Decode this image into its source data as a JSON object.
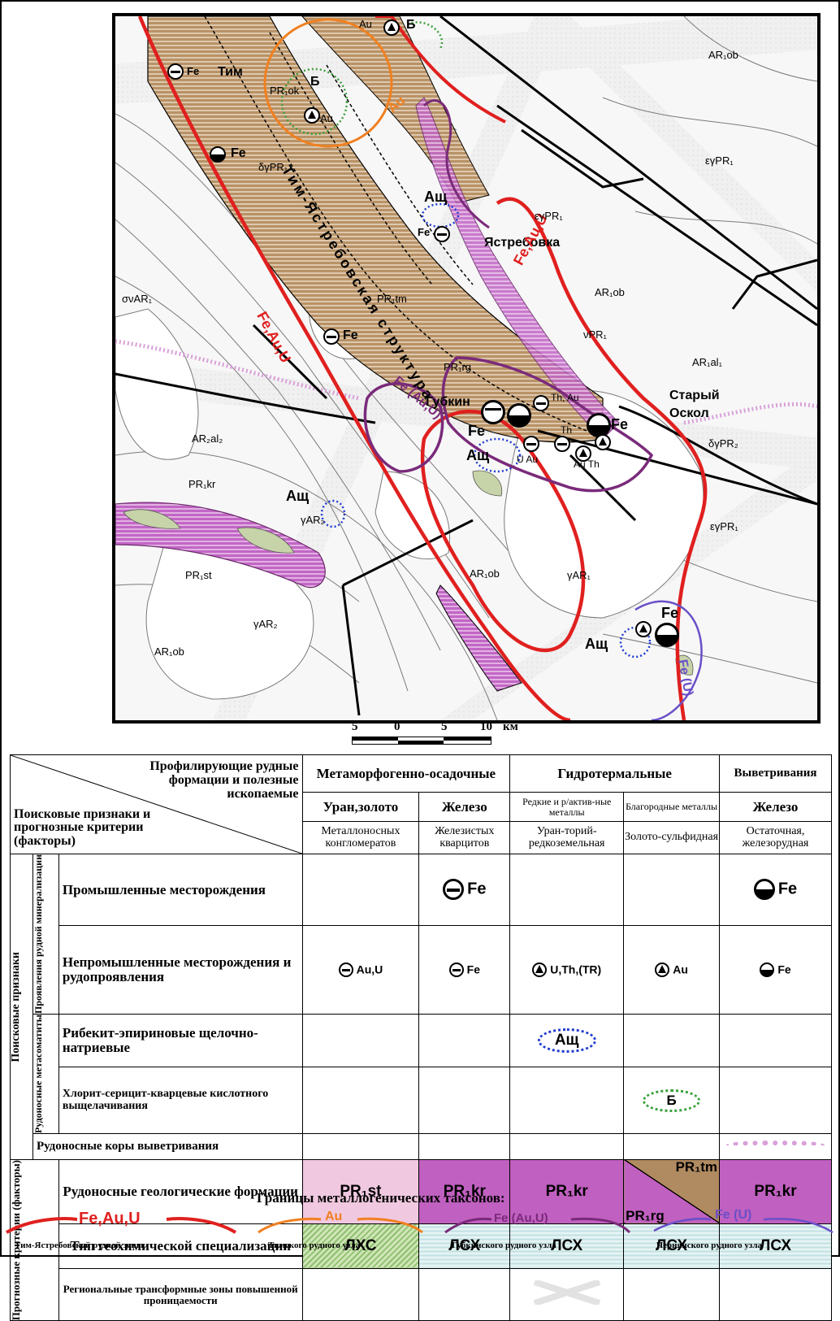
{
  "map": {
    "labels": {
      "tim": "Тим",
      "b1": "Б",
      "b2": "Б",
      "au_top": "Au",
      "au_tim": "Au",
      "fe_tim": "Fe",
      "fe2": "Fe",
      "fe3": "Fe",
      "fe4": "Fe",
      "fe5": "Fe",
      "fe6": "Fe",
      "fe_bottom": "Fe",
      "ashch1": "Ащ",
      "ashch2": "Ащ",
      "ashch3": "Ащ",
      "ashch4": "Ащ",
      "yastrebovka": "Ястребовка",
      "stary_oskol_1": "Старый",
      "stary_oskol_2": "Оскол",
      "gubkin": "Губкин",
      "struct_name": "Тим-Ястребовская структура",
      "zone_feauu_left": "Fe,Au,U",
      "zone_feauu_right": "Fe,Au,U",
      "zone_au": "Au",
      "zone_fe_auu": "Fe (Au,U)",
      "zone_feu": "Fe (U)",
      "th_au": "Th, Au",
      "u_au": "U Au",
      "th": "Th",
      "au_th": "Au Th",
      "geo_AR1ob_tr": "AR₁ob",
      "geo_eyPR1_a": "εγPR₁",
      "geo_eyPR1_b": "εγPR₁",
      "geo_eyPR1_c": "εγPR₁",
      "geo_PR1ok": "PR₁ok",
      "geo_dyPR1": "δγPR₁",
      "geo_PR1tm": "PR₁tm",
      "geo_AR1ob_mid": "AR₁ob",
      "geo_vAR1": "σνAR₁",
      "geo_vPR1": "νPR₁",
      "geo_AR1al1": "AR₁al₁",
      "geo_PR1rg": "PR₁rg",
      "geo_dyPR2": "δγPR₂",
      "geo_AR2al2": "AR₂al₂",
      "geo_PR1kr": "PR₁kr",
      "geo_yAR2": "γAR₂",
      "geo_PR1st": "PR₁st",
      "geo_AR1ob_low": "AR₁ob",
      "geo_yAR1": "γAR₁",
      "geo_yAR2_b": "γAR₂",
      "geo_AR1ob_bl": "AR₁ob"
    }
  },
  "scale": {
    "t5a": "5",
    "t0": "0",
    "t5b": "5",
    "t10": "10",
    "unit": "км"
  },
  "legend": {
    "corner_top": "Профилирующие рудные формации и полезные ископаемые",
    "corner_bottom": "Поисковые признаки и прогнозные критерии (факторы)",
    "group_meta": "Метаморфогенно-осадочные",
    "group_hydro": "Гидротермальные",
    "group_weather": "Выветривания",
    "col1_top": "Уран,золото",
    "col2_top": "Железо",
    "col3_top": "Редкие и р/актив-ные металлы",
    "col4_top": "Благородные металлы",
    "col5_top": "Железо",
    "col1_bot": "Металлоносных конгломератов",
    "col2_bot": "Железистых кварцитов",
    "col3_bot": "Уран-торий-редкоземельная",
    "col4_bot": "Золото-сульфидная",
    "col5_bot": "Остаточная, железорудная",
    "side_search": "Поисковые признаки",
    "side_ore": "Проявления рудной минерализации",
    "side_meta": "Рудоносные метасоматиты",
    "side_prog": "Прогнозные критерии (факторы)",
    "row_prom": "Промышленные месторождения",
    "row_neprom": "Непромышленные месторождения и рудопроявления",
    "row_ribek": "Рибекит-эпириновые щелочно-натриевые",
    "row_chlorit": "Хлорит-серицит-кварцевые кислотного выщелачивания",
    "row_kory": "Рудоносные коры выветривания",
    "row_formations": "Рудоносные геологические формации",
    "row_geochem": "Тип геохимической специализации",
    "row_transform": "Региональные трансформные зоны повышенной проницаемости",
    "prom_c2": "Fe",
    "prom_c5": "Fe",
    "neprom_c1": "Au,U",
    "neprom_c2": "Fe",
    "neprom_c3": "U,Th,(TR)",
    "neprom_c4": "Au",
    "neprom_c5": "Fe",
    "ribek_c3": "Ащ",
    "chlorit_c4": "Б",
    "form_c1": "PR₁st",
    "form_c2": "PR₁kr",
    "form_c3": "PR₁kr",
    "form_c4a": "PR₁tm",
    "form_c4b": "PR₁rg",
    "form_c5": "PR₁kr",
    "geo_c1": "ЛХС",
    "geo_c2": "ЛСХ",
    "geo_c3": "ЛСХ",
    "geo_c4": "ЛСХ",
    "geo_c5": "ЛСХ"
  },
  "bottom": {
    "title": "Границы металлогенических таксонов:",
    "l1": "Fe,Au,U",
    "l2": "Au",
    "l3": "Fe (Au,U)",
    "l4": "Fe (U)",
    "c1": "Тим-Ястребовской рудной зоны",
    "c2": "Тимского рудного узла",
    "c3": "Губкинского рудного узла",
    "c4": "Чернянского рудного узла"
  },
  "colors": {
    "zone_red": "#e0201f",
    "zone_orange": "#f08020",
    "zone_purple": "#7a2a7a",
    "zone_violet": "#6a4fc8",
    "formation_brown": "#b08a60",
    "magenta": "#c060c0",
    "pink": "#f0c8e0",
    "green_hatch": "#8fc070",
    "cyan_band": "#d6eef0"
  }
}
